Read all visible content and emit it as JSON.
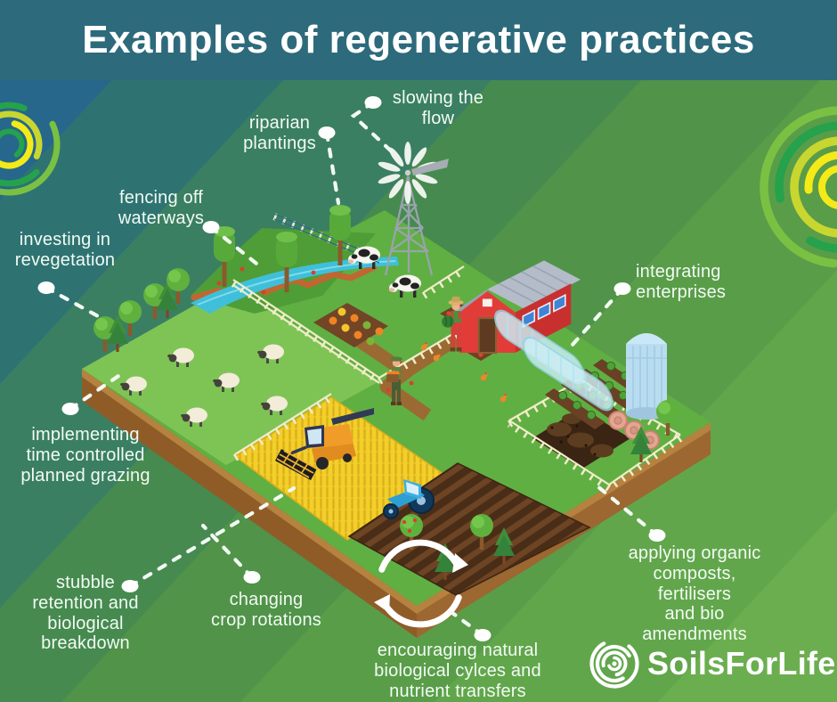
{
  "title": "Examples of regenerative practices",
  "colors": {
    "header_bg": "#2d6a7c",
    "label_text": "#f2fbf3",
    "band1": "#26678b",
    "band2": "#2e7372",
    "band3": "#3b7f63",
    "band4": "#468a50",
    "band5": "#509349",
    "band6": "#599d49",
    "band7": "#62a64c",
    "band8": "#6bae4f",
    "ring_light_green": "#7ac143",
    "ring_green": "#25a24b",
    "ring_yellow_green": "#c9d62f",
    "ring_yellow": "#f4ea17",
    "logo_white": "#ffffff"
  },
  "callouts": [
    {
      "id": "slowing-the-flow",
      "label": "slowing the\nflow"
    },
    {
      "id": "riparian-plantings",
      "label": "riparian\nplantings"
    },
    {
      "id": "fencing-off-waterways",
      "label": "fencing off\nwaterways"
    },
    {
      "id": "investing-in-revegetation",
      "label": "investing in\nrevegetation"
    },
    {
      "id": "implementing-time-controlled-planned-grazing",
      "label": "implementing\ntime controlled\nplanned grazing"
    },
    {
      "id": "integrating-enterprises",
      "label": "integrating\nenterprises"
    },
    {
      "id": "stubble-retention-and-biological-breakdown",
      "label": "stubble\nretention and\nbiological\nbreakdown"
    },
    {
      "id": "changing-crop-rotations",
      "label": "changing\ncrop rotations"
    },
    {
      "id": "encouraging-natural-cycles",
      "label": "encouraging natural\nbiological cylces and\nnutrient transfers"
    },
    {
      "id": "applying-organic-composts",
      "label": "applying organic\ncomposts, fertilisers\nand bio amendments"
    }
  ],
  "logo": {
    "text": "SoilsForLife"
  },
  "scene": {
    "description": "isometric illustration of a regenerative farm",
    "elements": [
      "concentric-rings-decoration-left",
      "concentric-rings-decoration-right",
      "windmill",
      "river",
      "riparian-trees",
      "fenced-waterway",
      "red-barn",
      "greenhouses",
      "grain-silo",
      "vegetable-rows",
      "compost-patch",
      "hay-bales",
      "sheep-flock",
      "dairy-cows",
      "wheat-field",
      "combine-harvester",
      "ploughed-field",
      "tractor",
      "pumpkin-patch",
      "farmers",
      "chickens",
      "orchard-trees",
      "cycle-arrows-icon",
      "soils-for-life-logo-icon"
    ]
  }
}
